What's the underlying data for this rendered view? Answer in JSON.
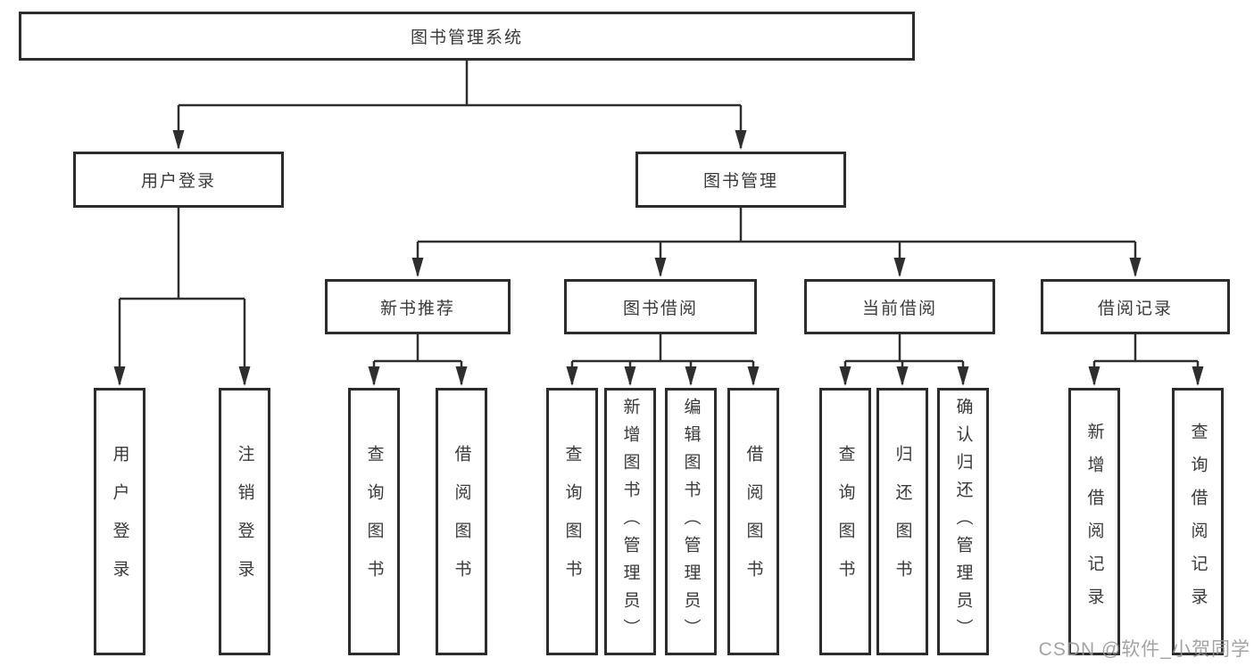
{
  "colors": {
    "box_border": "#2c2c2c",
    "connector_line": "#2e2e2e",
    "node_text": "#3a3a3a",
    "watermark_text": "#969696",
    "background": "#ffffff"
  },
  "diagram": {
    "root": {
      "label": "图书管理系统"
    },
    "branches": [
      {
        "label": "用户登录",
        "children": [
          {
            "label": "用户登录"
          },
          {
            "label": "注销登录"
          }
        ]
      },
      {
        "label": "图书管理",
        "children": [
          {
            "label": "新书推荐",
            "children": [
              {
                "label": "查询图书"
              },
              {
                "label": "借阅图书"
              }
            ]
          },
          {
            "label": "图书借阅",
            "children": [
              {
                "label": "查询图书"
              },
              {
                "label": "新增图书（管理员）"
              },
              {
                "label": "编辑图书（管理员）"
              },
              {
                "label": "借阅图书"
              }
            ]
          },
          {
            "label": "当前借阅",
            "children": [
              {
                "label": "查询图书"
              },
              {
                "label": "归还图书"
              },
              {
                "label": "确认归还（管理员）"
              }
            ]
          },
          {
            "label": "借阅记录",
            "children": [
              {
                "label": "新增借阅记录"
              },
              {
                "label": "查询借阅记录"
              }
            ]
          }
        ]
      }
    ]
  },
  "watermark": {
    "text": "CSDN @软件_小贺同学"
  }
}
